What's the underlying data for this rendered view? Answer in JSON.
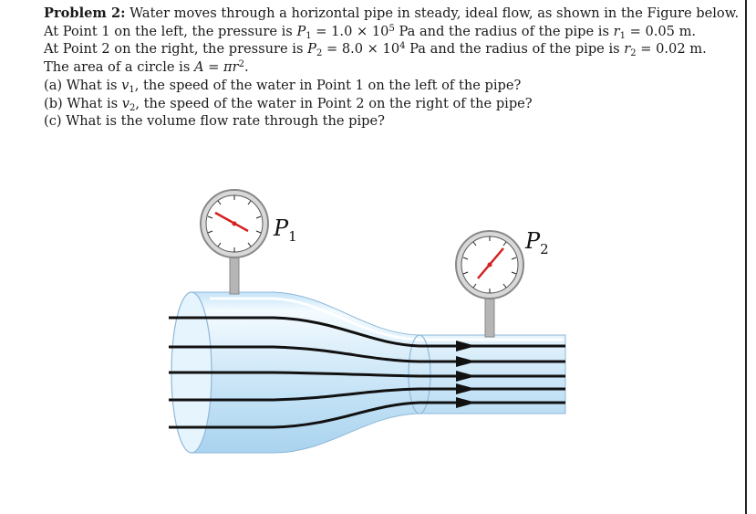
{
  "problem": {
    "heading": "Problem 2:",
    "intro": "Water moves through a horizontal pipe in steady, ideal flow, as shown in the Figure below.",
    "point1": {
      "a": "At Point 1 on the left, the pressure is ",
      "P": "P",
      "Psub": "1",
      "b": " = 1.0 × 10",
      "exp": "5",
      "c": " Pa and the radius of the pipe is ",
      "r": "r",
      "rsub": "1",
      "d": " = 0.05 m."
    },
    "point2": {
      "a": "At Point 2 on the right, the pressure is ",
      "P": "P",
      "Psub": "2",
      "b": " = 8.0 × 10",
      "exp": "4",
      "c": " Pa and the radius of the pipe is ",
      "r": "r",
      "rsub": "2",
      "d": " = 0.02 m."
    },
    "area": {
      "a": "The area of a circle is ",
      "A": "A",
      "b": " = ",
      "pi": "π",
      "r": "r",
      "exp": "2",
      "c": "."
    },
    "qa": {
      "a": "(a) What is ",
      "v": "v",
      "vsub": "1",
      "b": ", the speed of the water in Point 1 on the left of the pipe?"
    },
    "qb": {
      "a": "(b) What is ",
      "v": "v",
      "vsub": "2",
      "b": ", the speed of the water in Point 2 on the right of the pipe?"
    },
    "qc": "(c) What is the volume flow rate through the pipe?"
  },
  "figure": {
    "gauge1_label": "P",
    "gauge1_sub": "1",
    "gauge2_label": "P",
    "gauge2_sub": "2"
  },
  "colors": {
    "water_light": "#dcefff",
    "water_mid": "#b8ddf6",
    "pipe_edge": "#8fb8d8",
    "gauge_needle": "#d42020",
    "gauge_stem": "#a0a0a0"
  }
}
